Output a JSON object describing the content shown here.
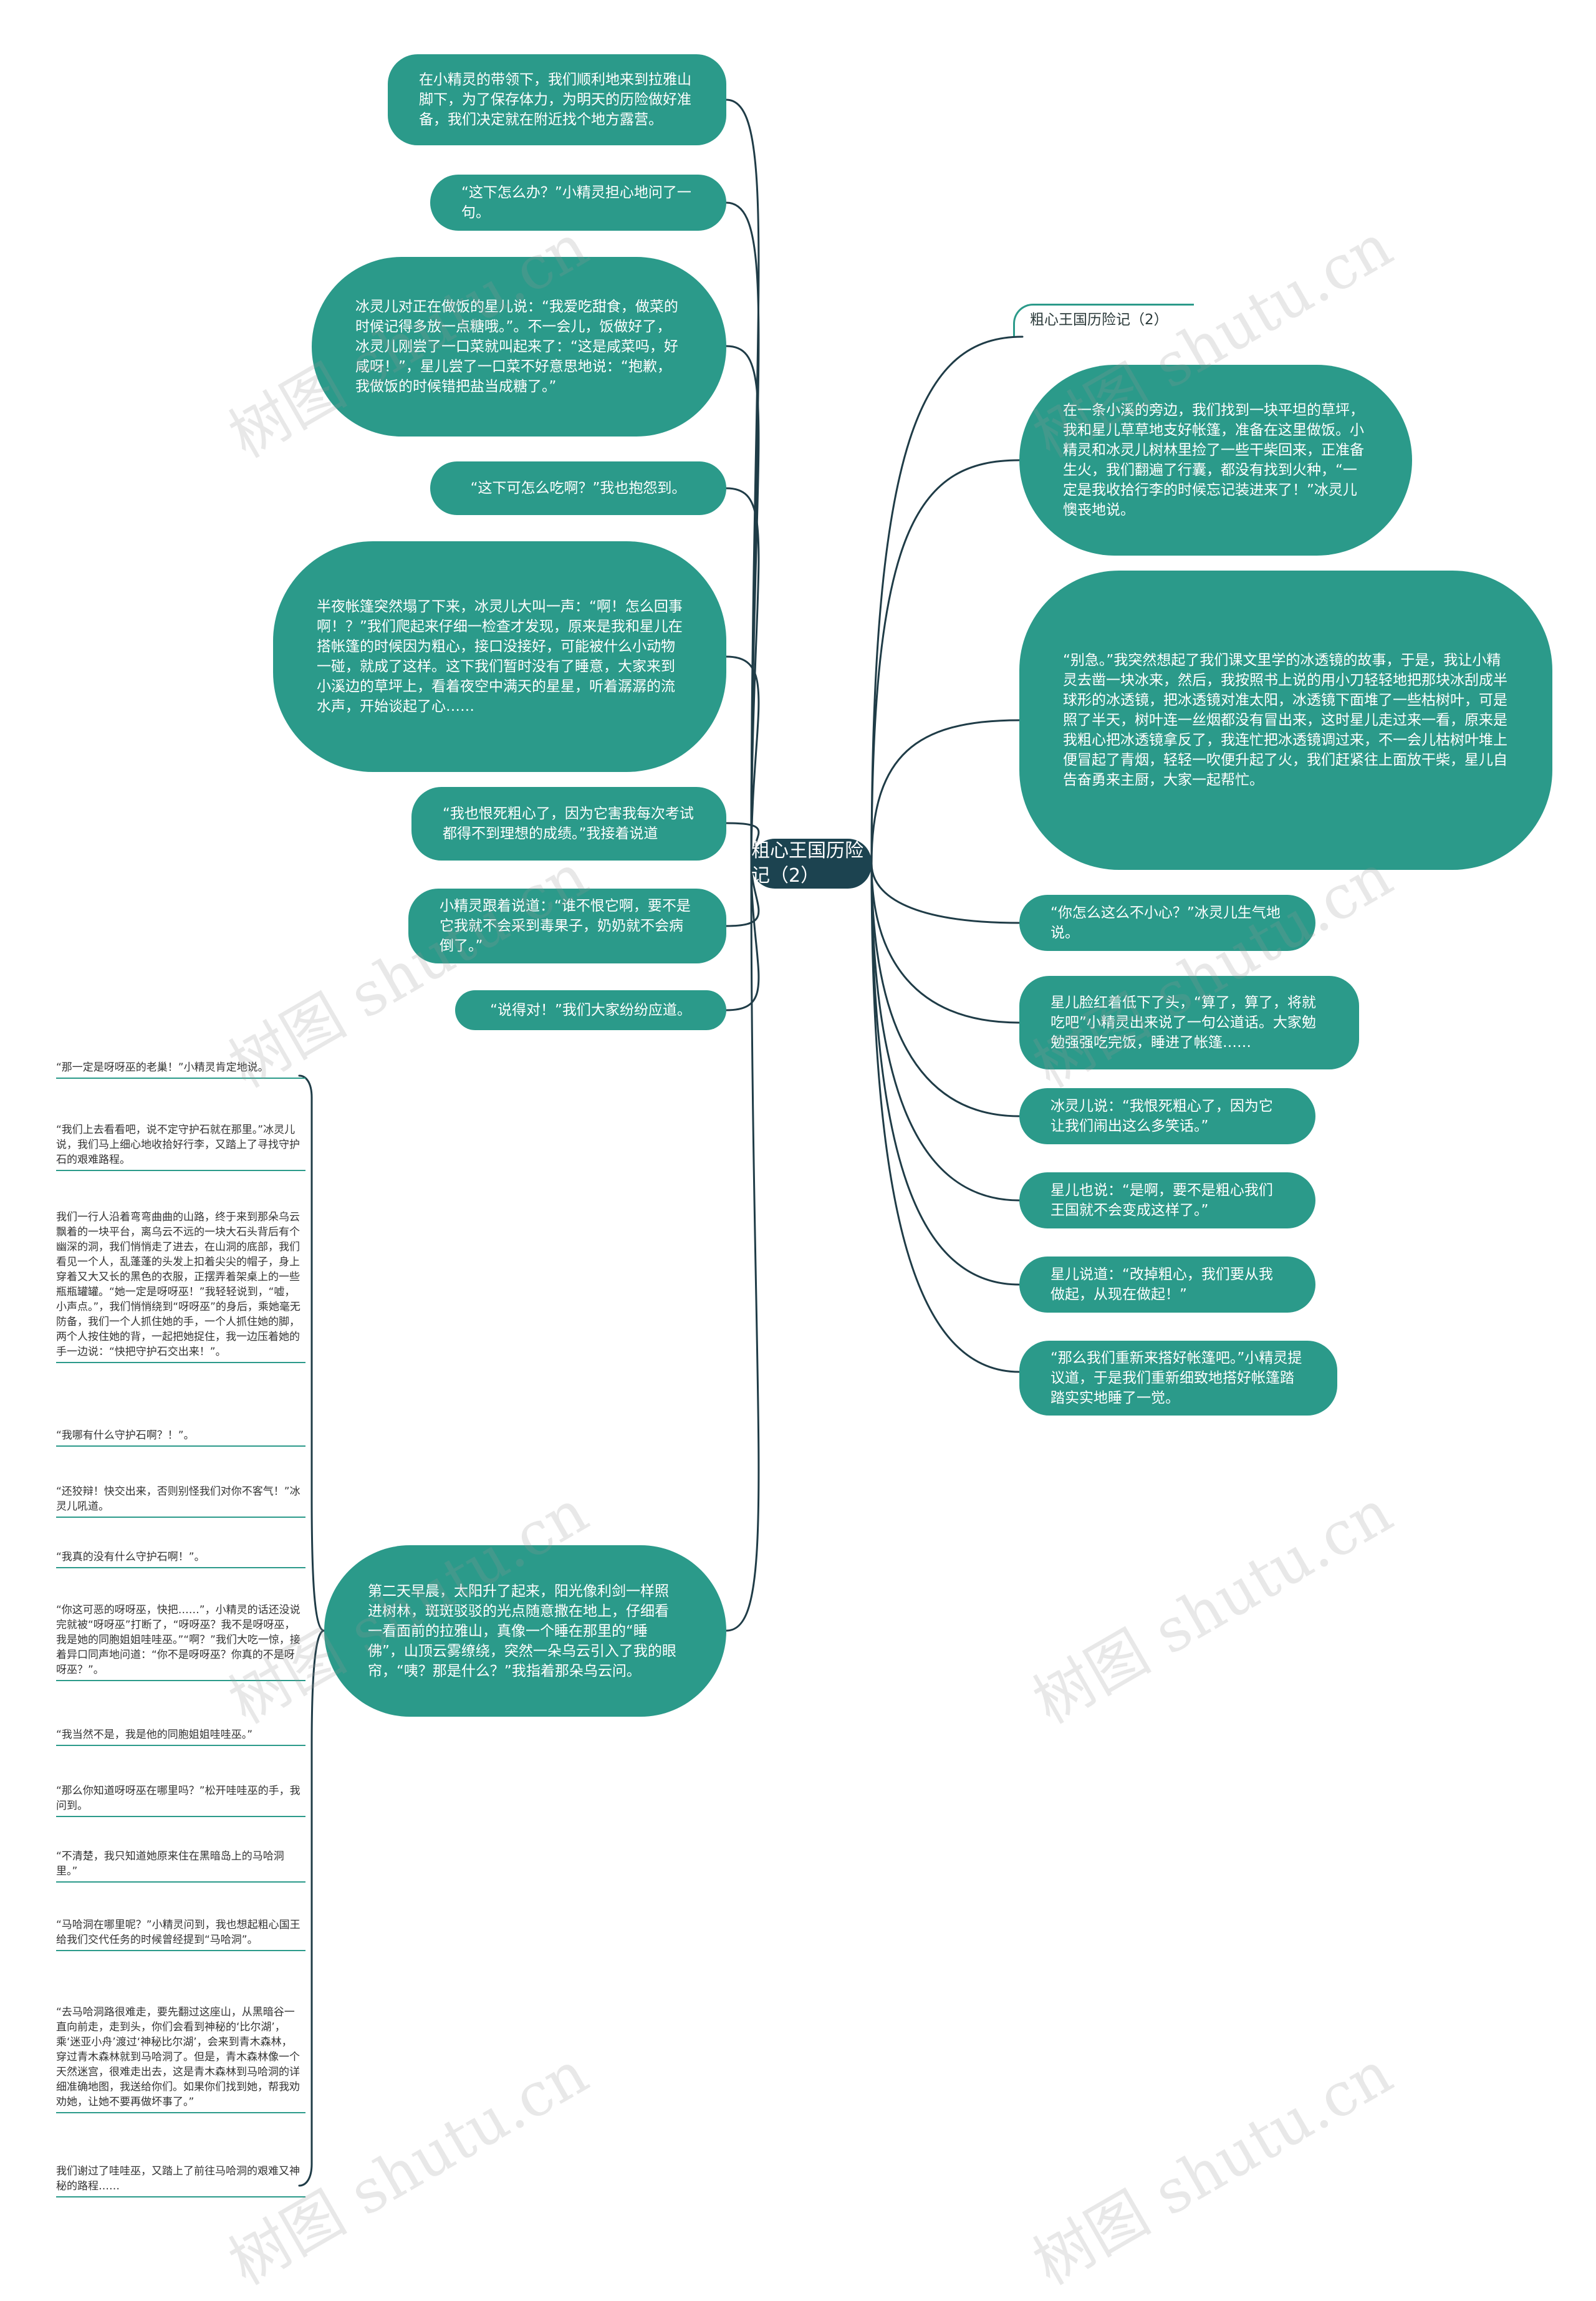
{
  "root": {
    "label": "粗心王国历险记（2）"
  },
  "right_tag": {
    "label": "粗心王国历险记（2）"
  },
  "left_nodes": [
    "在小精灵的带领下，我们顺利地来到拉雅山脚下，为了保存体力，为明天的历险做好准备，我们决定就在附近找个地方露营。",
    "“这下怎么办？”小精灵担心地问了一句。",
    "冰灵儿对正在做饭的星儿说：“我爱吃甜食，做菜的时候记得多放一点糖哦。”。不一会儿，饭做好了，冰灵儿刚尝了一口菜就叫起来了：“这是咸菜吗，好咸呀！”，星儿尝了一口菜不好意思地说：“抱歉，我做饭的时候错把盐当成糖了。”",
    "“这下可怎么吃啊？”我也抱怨到。",
    "半夜帐篷突然塌了下来，冰灵儿大叫一声：“啊！怎么回事啊！？”我们爬起来仔细一检查才发现，原来是我和星儿在搭帐篷的时候因为粗心，接口没接好，可能被什么小动物一碰，就成了这样。这下我们暂时没有了睡意，大家来到小溪边的草坪上，看着夜空中满天的星星，听着潺潺的流水声，开始谈起了心……",
    "“我也恨死粗心了，因为它害我每次考试都得不到理想的成绩。”我接着说道",
    "小精灵跟着说道：“谁不恨它啊，要不是它我就不会采到毒果子，奶奶就不会病倒了。”",
    "“说得对！”我们大家纷纷应道。",
    "第二天早晨，太阳升了起来，阳光像利剑一样照进树林，斑斑驳驳的光点随意撒在地上，仔细看一看面前的拉雅山，真像一个睡在那里的“睡佛”，山顶云雾缭绕，突然一朵乌云引入了我的眼帘，“咦？那是什么？”我指着那朵乌云问。"
  ],
  "right_nodes": [
    "在一条小溪的旁边，我们找到一块平坦的草坪，我和星儿草草地支好帐篷，准备在这里做饭。小精灵和冰灵儿树林里捡了一些干柴回来，正准备生火，我们翻遍了行囊，都没有找到火种，“一定是我收拾行李的时候忘记装进来了！”冰灵儿懊丧地说。",
    "“别急。”我突然想起了我们课文里学的冰透镜的故事，于是，我让小精灵去凿一块冰来，然后，我按照书上说的用小刀轻轻地把那块冰刮成半球形的冰透镜，把冰透镜对准太阳，冰透镜下面堆了一些枯树叶，可是照了半天，树叶连一丝烟都没有冒出来，这时星儿走过来一看，原来是我粗心把冰透镜拿反了，我连忙把冰透镜调过来，不一会儿枯树叶堆上便冒起了青烟，轻轻一吹便升起了火，我们赶紧往上面放干柴，星儿自告奋勇来主厨，大家一起帮忙。",
    "“你怎么这么不小心？”冰灵儿生气地说。",
    "星儿脸红着低下了头，“算了，算了，将就吃吧”小精灵出来说了一句公道话。大家勉勉强强吃完饭，睡进了帐篷……",
    "冰灵儿说：“我恨死粗心了，因为它让我们闹出这么多笑话。”",
    "星儿也说：“是啊，要不是粗心我们王国就不会变成这样了。”",
    "星儿说道：“改掉粗心，我们要从我做起，从现在做起！”",
    "“那么我们重新来搭好帐篷吧。”小精灵提议道，于是我们重新细致地搭好帐篷踏踏实实地睡了一觉。"
  ],
  "leaves": [
    "“那一定是呀呀巫的老巢！”小精灵肯定地说。",
    "“我们上去看看吧，说不定守护石就在那里。”冰灵儿说，我们马上细心地收拾好行李，又踏上了寻找守护石的艰难路程。",
    "我们一行人沿着弯弯曲曲的山路，终于来到那朵乌云飘着的一块平台，离乌云不远的一块大石头背后有个幽深的洞，我们悄悄走了进去，在山洞的底部，我们看见一个人，乱蓬蓬的头发上扣着尖尖的帽子，身上穿着又大又长的黑色的衣服，正摆弄着架桌上的一些瓶瓶罐罐。“她一定是呀呀巫！”我轻轻说到，“嘘，小声点。”，我们悄悄绕到“呀呀巫”的身后，乘她毫无防备，我们一个人抓住她的手，一个人抓住她的脚，两个人按住她的背，一起把她捉住，我一边压着她的手一边说：“快把守护石交出来！”。",
    "“我哪有什么守护石啊？！”。",
    "“还狡辩！快交出来，否则别怪我们对你不客气！”冰灵儿吼道。",
    "“我真的没有什么守护石啊！”。",
    "“你这可恶的呀呀巫，快把……”，小精灵的话还没说完就被“呀呀巫”打断了，“呀呀巫？我不是呀呀巫，我是她的同胞姐姐哇哇巫。”“啊？”我们大吃一惊，接着异口同声地问道：“你不是呀呀巫？你真的不是呀呀巫？”。",
    "“我当然不是，我是他的同胞姐姐哇哇巫。”",
    "“那么你知道呀呀巫在哪里吗？”松开哇哇巫的手，我问到。",
    "“不清楚，我只知道她原来住在黑暗岛上的马哈洞里。”",
    "“马哈洞在哪里呢？”小精灵问到，我也想起粗心国王给我们交代任务的时候曾经提到“马哈洞”。",
    "“去马哈洞路很难走，要先翻过这座山，从黑暗谷一直向前走，走到头，你们会看到神秘的‘比尔湖’，乘‘迷亚小舟’渡过‘神秘比尔湖’，会来到青木森林，穿过青木森林就到马哈洞了。但是，青木森林像一个天然迷宫，很难走出去，这是青木森林到马哈洞的详细准确地图，我送给你们。如果你们找到她，帮我劝劝她，让她不要再做坏事了。”",
    "我们谢过了哇哇巫，又踏上了前往马哈洞的艰难又神秘的路程……"
  ],
  "watermarks": [
    "树图 shutu.cn",
    "树图 shutu.cn",
    "树图 shutu.cn",
    "树图 shutu.cn",
    "树图 shutu.cn",
    "树图 shutu.cn",
    "树图 shutu.cn",
    "树图 shutu.cn"
  ],
  "colors": {
    "node": "#2b9a8a",
    "root": "#1c4350",
    "edge": "#1f3c47"
  }
}
